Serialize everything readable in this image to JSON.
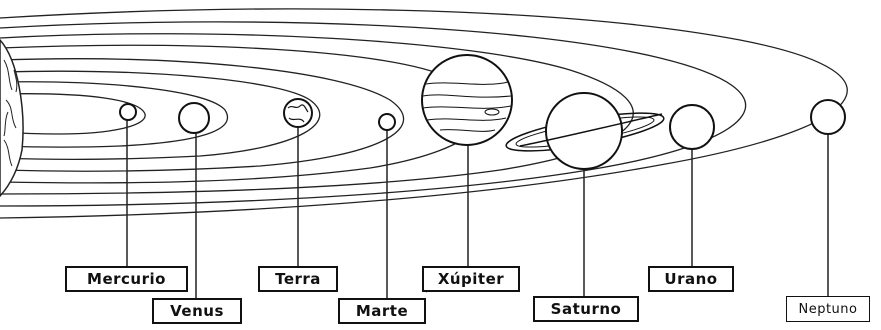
{
  "planets": [
    {
      "key": "mercury",
      "label": "Mercurio"
    },
    {
      "key": "venus",
      "label": "Venus"
    },
    {
      "key": "earth",
      "label": "Terra"
    },
    {
      "key": "mars",
      "label": "Marte"
    },
    {
      "key": "jupiter",
      "label": "Xúpiter"
    },
    {
      "key": "saturn",
      "label": "Saturno"
    },
    {
      "key": "uranus",
      "label": "Urano"
    },
    {
      "key": "neptune",
      "label": "Neptuno"
    }
  ],
  "colors": {
    "ink": "#111111",
    "paper": "#ffffff"
  }
}
